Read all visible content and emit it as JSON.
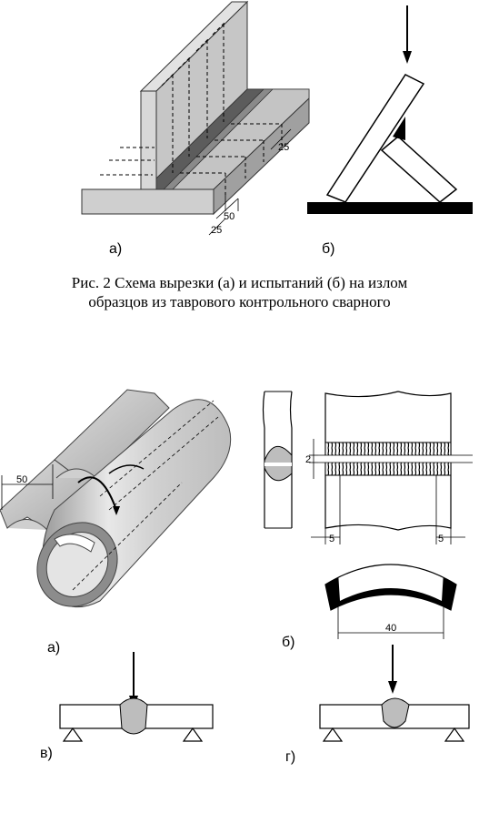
{
  "labels": {
    "fig1_a": "а)",
    "fig1_b": "б)",
    "fig2_a": "а)",
    "fig2_b": "б)",
    "fig2_v": "в)",
    "fig2_g": "г)"
  },
  "caption": {
    "line1": "Рис. 2 Схема вырезки (а) и испытаний (б) на излом",
    "line2": "образцов из таврового контрольного сварного"
  },
  "dimensions": {
    "tjoint_top_25": "25",
    "tjoint_50": "50",
    "tjoint_bottom_25": "25",
    "pipe_50": "50",
    "gap_2": "2",
    "edge_left_5": "5",
    "edge_right_5": "5",
    "bend_40": "40"
  }
}
